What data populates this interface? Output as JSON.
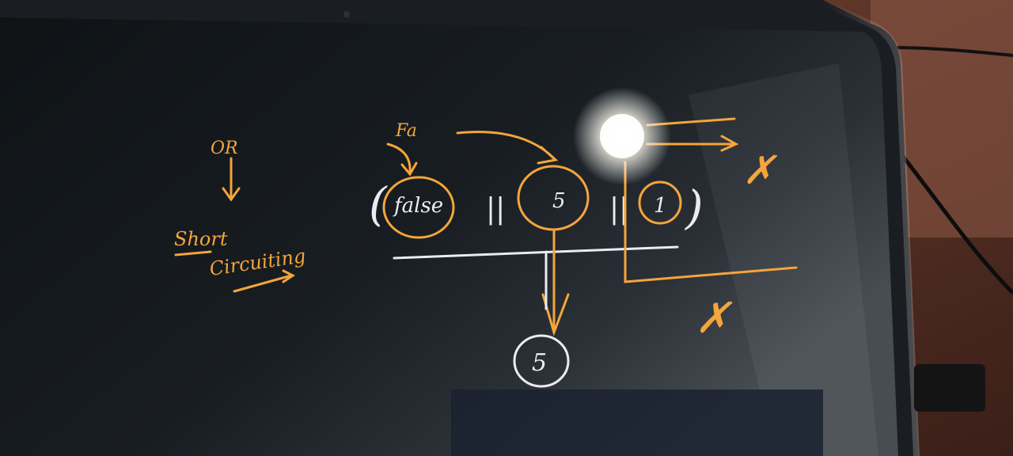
{
  "photo": {
    "subject": "tablet",
    "colors": {
      "ink_orange": "#f4a53c",
      "ink_white": "#ecebf2",
      "screen": "#101418",
      "bezel": "#b9bcc0",
      "desk": "#6b3a2c"
    }
  },
  "notes": {
    "left": {
      "word_or": "OR",
      "word_short": "Short",
      "word_circuiting": "Circuiting"
    },
    "expression": {
      "open_paren": "(",
      "operand_1": "false",
      "op_1": "||",
      "operand_2": "5",
      "op_2": "||",
      "operand_3": "1",
      "close_paren": ")",
      "label_fa": "Fa"
    },
    "result": "5",
    "skip_mark_top": "✗",
    "skip_mark_bottom": "✗"
  }
}
